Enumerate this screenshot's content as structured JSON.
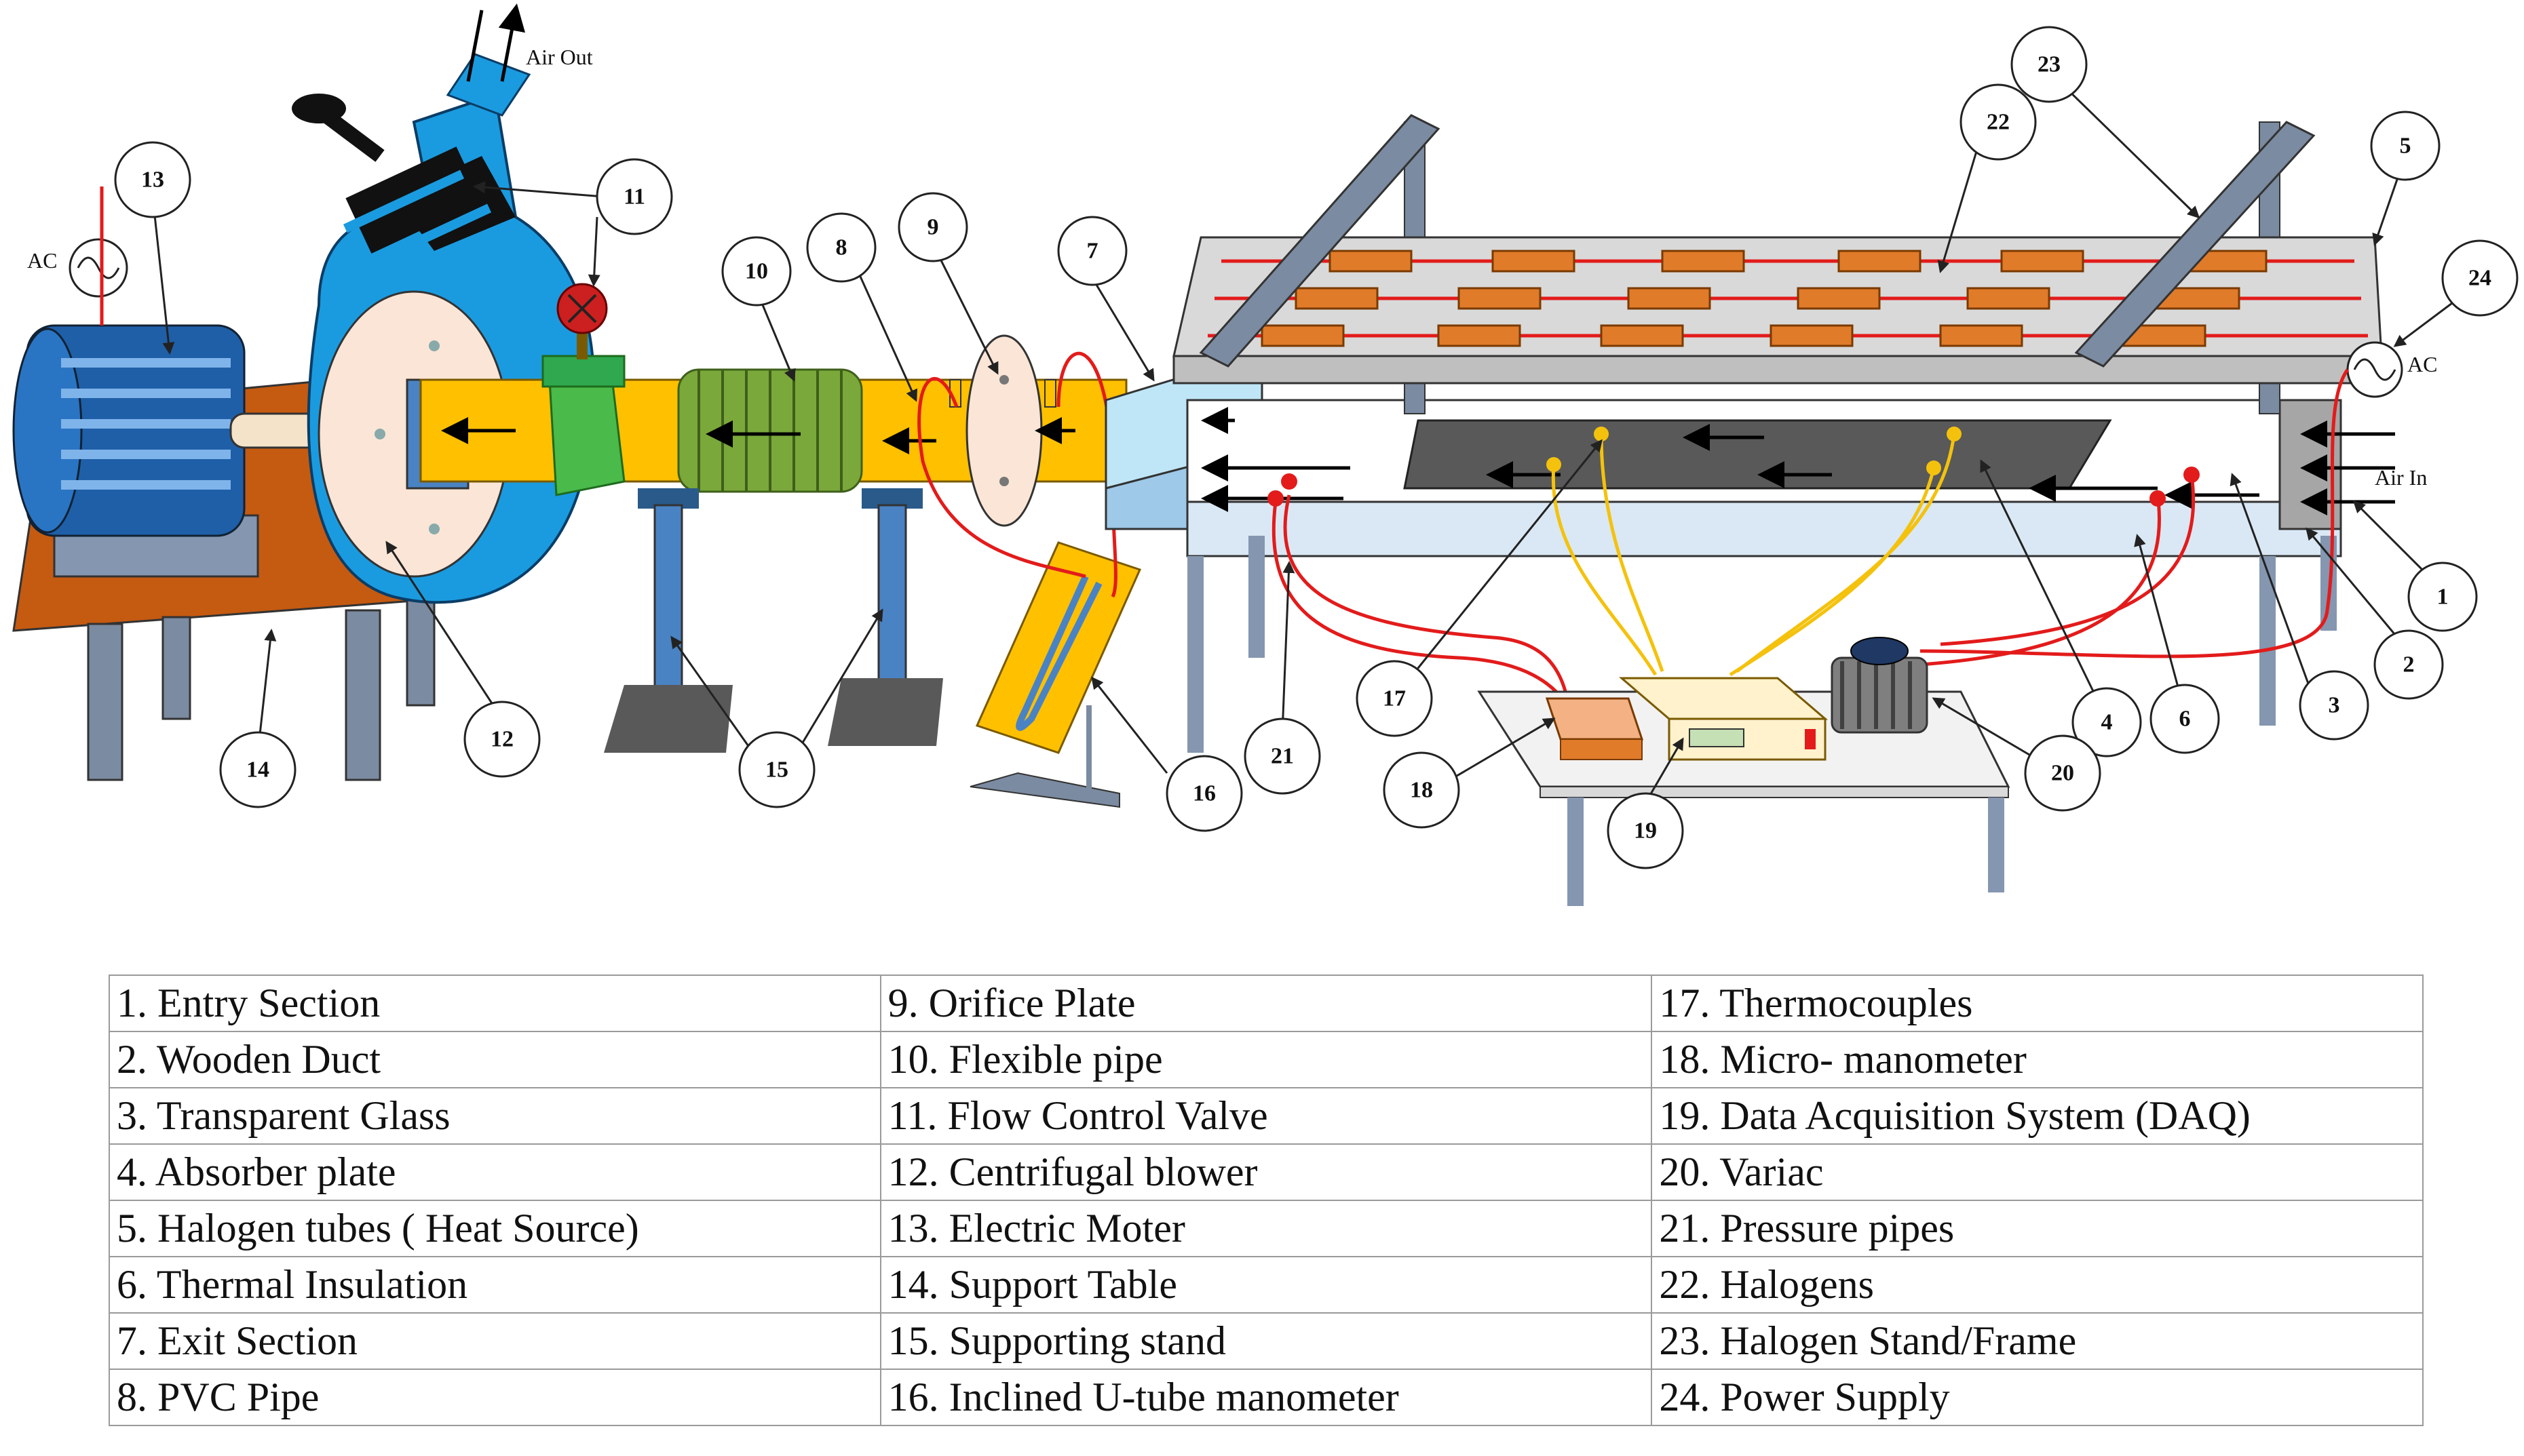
{
  "labels": {
    "air_out": "Air Out",
    "air_in": "Air In",
    "ac_left": "AC",
    "ac_right": "AC"
  },
  "callouts": [
    "1",
    "2",
    "3",
    "4",
    "5",
    "6",
    "7",
    "8",
    "9",
    "10",
    "11",
    "12",
    "13",
    "14",
    "15",
    "15",
    "16",
    "17",
    "18",
    "19",
    "20",
    "21",
    "22",
    "23",
    "24"
  ],
  "legend": {
    "rows": [
      [
        "1. Entry Section",
        "9. Orifice Plate",
        "17. Thermocouples"
      ],
      [
        "2. Wooden Duct",
        "10. Flexible pipe",
        "18. Micro- manometer"
      ],
      [
        "3. Transparent Glass",
        "11. Flow Control Valve",
        "19. Data Acquisition System (DAQ)"
      ],
      [
        "4. Absorber plate",
        "12. Centrifugal blower",
        "20. Variac"
      ],
      [
        "5. Halogen tubes ( Heat Source)",
        "13. Electric Moter",
        "21. Pressure pipes"
      ],
      [
        "6. Thermal Insulation",
        "14. Support Table",
        "22. Halogens"
      ],
      [
        "7.  Exit Section",
        "15. Supporting stand",
        "23. Halogen Stand/Frame"
      ],
      [
        "8. PVC Pipe",
        "16. Inclined U-tube manometer",
        "24. Power Supply"
      ]
    ]
  },
  "colors": {
    "pvc_pipe": "#ffc000",
    "blower": "#1a9be0",
    "motor": "#1f5fa8",
    "flex_pipe": "#7aa83a",
    "table_wood": "#c55a11",
    "stand": "#4a83c4",
    "wire_red": "#e31b1b",
    "thermocouple": "#f4c20d",
    "halogen_panel": "#d9d9d9",
    "halogen_tube": "#e07b2a",
    "absorber": "#595959"
  }
}
